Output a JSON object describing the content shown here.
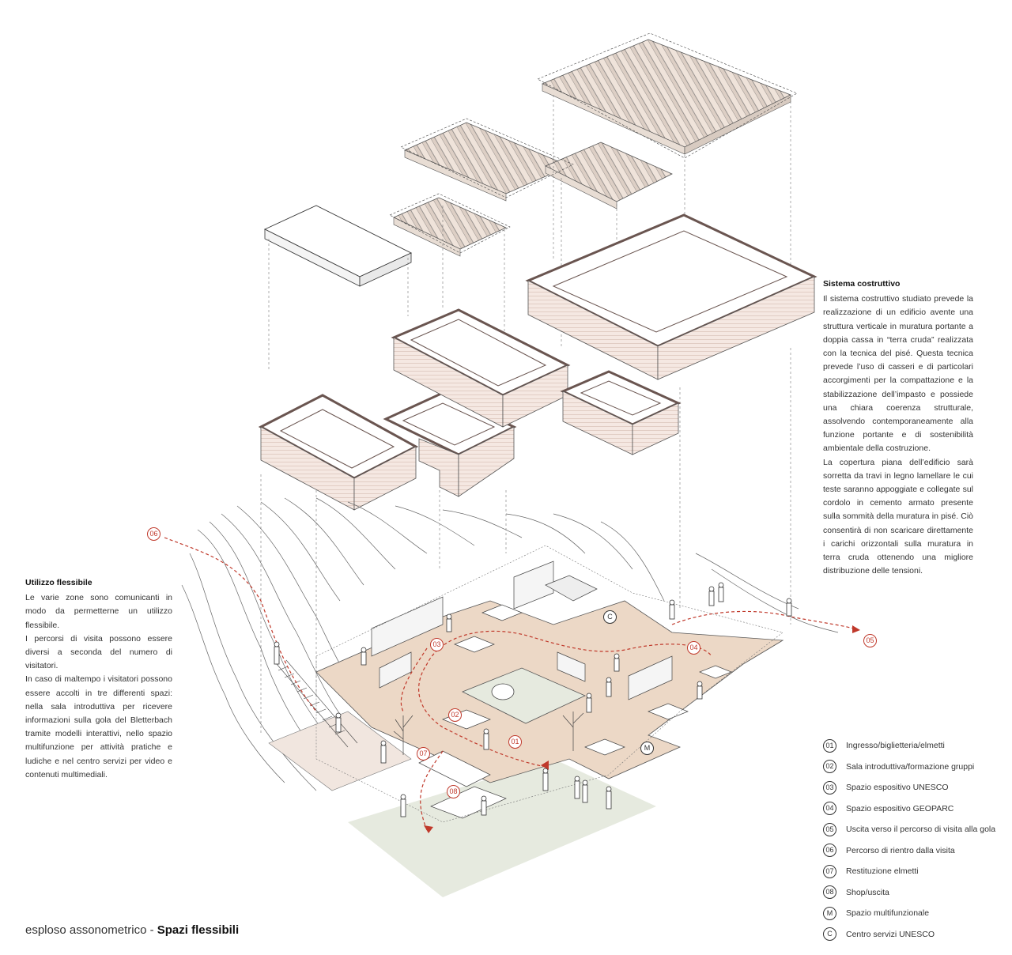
{
  "caption": {
    "prefix": "esploso assonometrico - ",
    "bold": "Spazi flessibili"
  },
  "construction": {
    "title": "Sistema costruttivo",
    "paragraph1": "Il sistema costruttivo studiato prevede la realizzazione di un edificio avente una struttura verticale in muratura portante a doppia cassa in “terra cruda” realizzata con la tecnica del pisé. Questa tecnica prevede l’uso di casseri e di particolari accorgimenti per la compattazione e la stabilizzazione dell’impasto e possiede una chiara coerenza strutturale, assolvendo contemporaneamente alla funzione portante e di sostenibilità ambientale della costruzione.",
    "paragraph2": "La copertura piana dell’edificio sarà sorretta da travi in legno lamellare le cui teste saranno appoggiate e collegate sul cordolo in cemento armato presente sulla sommità della muratura in pisé. Ciò consentirà di non scaricare direttamente i carichi orizzontali sulla muratura in terra cruda ottenendo una migliore distribuzione delle tensioni."
  },
  "flexible_use": {
    "title": "Utilizzo flessibile",
    "paragraph1": "Le varie zone sono comunicanti in modo da permetterne un utilizzo flessibile.",
    "paragraph2": "I percorsi di visita possono essere diversi a seconda del numero di visitatori.",
    "paragraph3": "In caso di maltempo i visitatori possono essere accolti in tre differenti spazi: nella sala introduttiva per ricevere informazioni sulla gola del Bletterbach tramite modelli interattivi, nello spazio multifunzione per attività pratiche e ludiche e nel centro servizi per video e contenuti multimediali."
  },
  "legend": [
    {
      "key": "01",
      "label": "Ingresso/biglietteria/elmetti"
    },
    {
      "key": "02",
      "label": "Sala introduttiva/formazione gruppi"
    },
    {
      "key": "03",
      "label": "Spazio espositivo UNESCO"
    },
    {
      "key": "04",
      "label": "Spazio espositivo GEOPARC"
    },
    {
      "key": "05",
      "label": "Uscita verso il percorso di visita alla gola"
    },
    {
      "key": "06",
      "label": "Percorso di rientro dalla visita"
    },
    {
      "key": "07",
      "label": "Restituzione elmetti"
    },
    {
      "key": "08",
      "label": "Shop/uscita"
    },
    {
      "key": "M",
      "label": "Spazio multifunzionale"
    },
    {
      "key": "C",
      "label": "Centro servizi UNESCO"
    }
  ],
  "plan_markers": {
    "m01": "01",
    "m02": "02",
    "m03": "03",
    "m04": "04",
    "m05": "05",
    "m06": "06",
    "m07": "07",
    "m08": "08",
    "mM": "M",
    "mC": "C"
  },
  "colors": {
    "wall": "#f3e4de",
    "wall_top": "#8a7570",
    "floor": "#ecd8c6",
    "terrain": "#e6eadf",
    "path": "#c0392b",
    "line": "#555555"
  }
}
